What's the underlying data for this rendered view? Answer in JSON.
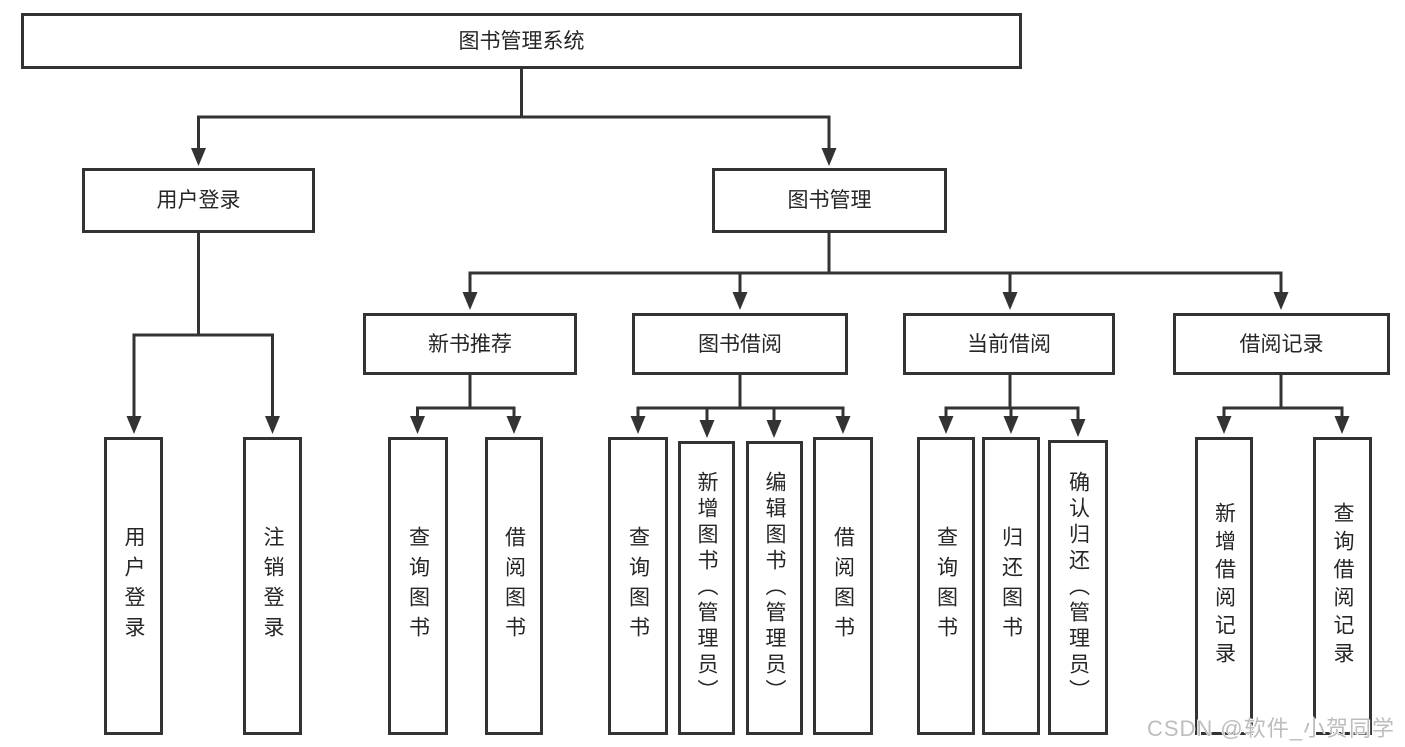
{
  "diagram": {
    "title": "图书管理系统",
    "watermark": "CSDN @软件_小贺同学"
  },
  "nodes": {
    "root": {
      "label": "图书管理系统"
    },
    "level2": [
      {
        "label": "用户登录"
      },
      {
        "label": "图书管理"
      }
    ],
    "level3": [
      {
        "label": "新书推荐"
      },
      {
        "label": "图书借阅"
      },
      {
        "label": "当前借阅"
      },
      {
        "label": "借阅记录"
      }
    ],
    "leaves": [
      {
        "label": "用户登录"
      },
      {
        "label": "注销登录"
      },
      {
        "label": "查询图书"
      },
      {
        "label": "借阅图书"
      },
      {
        "label": "查询图书"
      },
      {
        "label": "新增图书（管理员）"
      },
      {
        "label": "编辑图书（管理员）"
      },
      {
        "label": "借阅图书"
      },
      {
        "label": "查询图书"
      },
      {
        "label": "归还图书"
      },
      {
        "label": "确认归还（管理员）"
      },
      {
        "label": "新增借阅记录"
      },
      {
        "label": "查询借阅记录"
      }
    ]
  },
  "colors": {
    "line": "#333333",
    "text": "#262626",
    "background": "#ffffff",
    "watermark": "#bdbdbd"
  }
}
